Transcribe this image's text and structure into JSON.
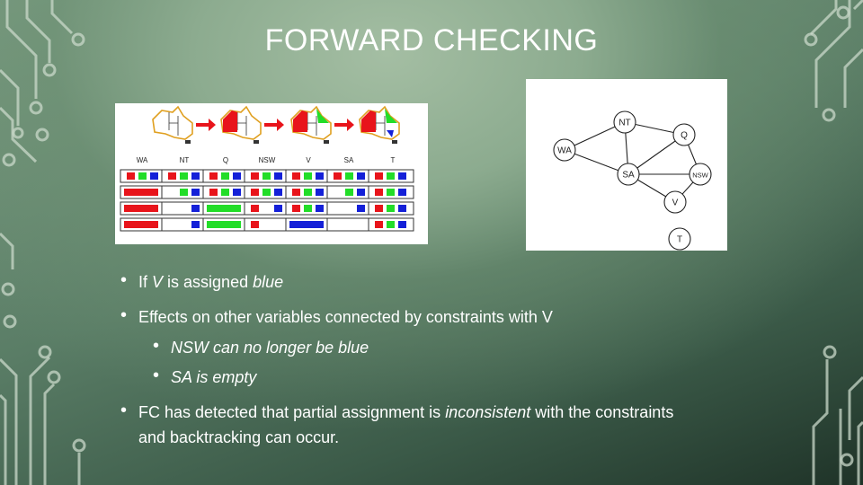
{
  "slide": {
    "title": "FORWARD CHECKING"
  },
  "figure_left": {
    "columns": [
      "WA",
      "NT",
      "Q",
      "NSW",
      "V",
      "SA",
      "T"
    ]
  },
  "figure_right": {
    "nodes": [
      "NT",
      "Q",
      "WA",
      "SA",
      "NSW",
      "V",
      "T"
    ]
  },
  "bullets": {
    "b1_prefix": "If ",
    "b1_var": "V",
    "b1_mid": " is assigned ",
    "b1_val": "blue",
    "b2": "Effects on other variables connected by constraints with V",
    "b3": "NSW can no longer be blue",
    "b4": "SA is empty",
    "b5_prefix": "FC has detected that partial assignment is ",
    "b5_em": "inconsistent",
    "b5_suffix": " with the constraints and backtracking can occur."
  },
  "colors": {
    "red": "#e8141b",
    "green": "#22dd28",
    "blue": "#1420d8",
    "bg_dark": "#1f3328",
    "bg_light": "#a4bea3"
  }
}
